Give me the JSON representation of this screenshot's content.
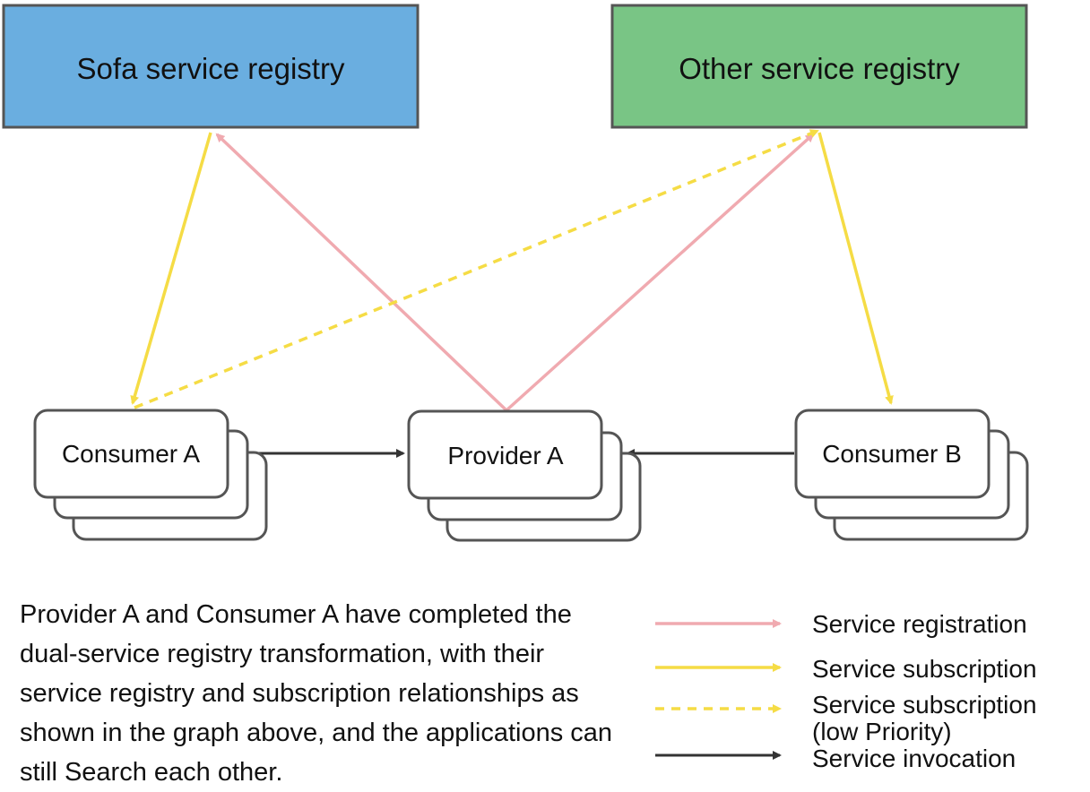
{
  "registries": {
    "sofa": {
      "label": "Sofa service registry",
      "color": "#6aaee0"
    },
    "other": {
      "label": "Other service registry",
      "color": "#79c585"
    }
  },
  "nodes": {
    "consumer_a": {
      "label": "Consumer A"
    },
    "provider_a": {
      "label": "Provider A"
    },
    "consumer_b": {
      "label": "Consumer B"
    }
  },
  "colors": {
    "registration": "#f0aab0",
    "subscription": "#f5dc45",
    "invocation": "#333333",
    "box_stroke": "#555555"
  },
  "description_lines": [
    "Provider A and Consumer A have completed the",
    "dual-service registry transformation, with their",
    "service registry and subscription relationships as",
    "shown in the graph above, and the applications can",
    "still Search each other."
  ],
  "legend": {
    "registration": "Service registration",
    "subscription": "Service subscription",
    "subscription_low_line1": "Service subscription",
    "subscription_low_line2": "(low Priority)",
    "invocation": "Service invocation"
  }
}
